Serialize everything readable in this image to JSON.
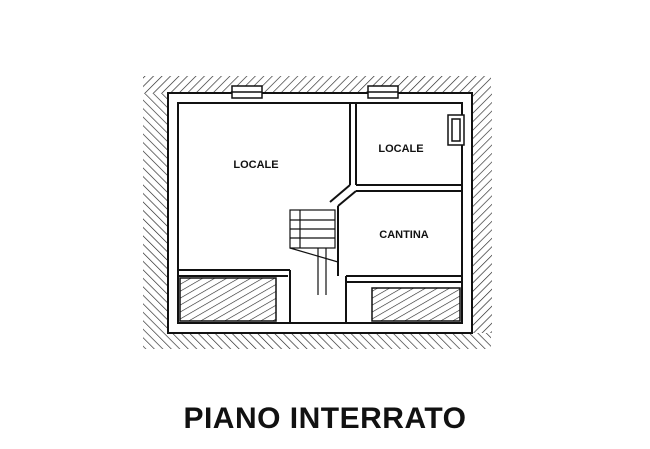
{
  "plan": {
    "rooms": [
      {
        "id": "locale-large",
        "label": "LOCALE"
      },
      {
        "id": "locale-small",
        "label": "LOCALE"
      },
      {
        "id": "cantina",
        "label": "CANTINA"
      }
    ],
    "floor_title": "PIANO INTERRATO"
  },
  "colors": {
    "line": "#111111",
    "hatch": "#222222",
    "background": "#ffffff"
  }
}
